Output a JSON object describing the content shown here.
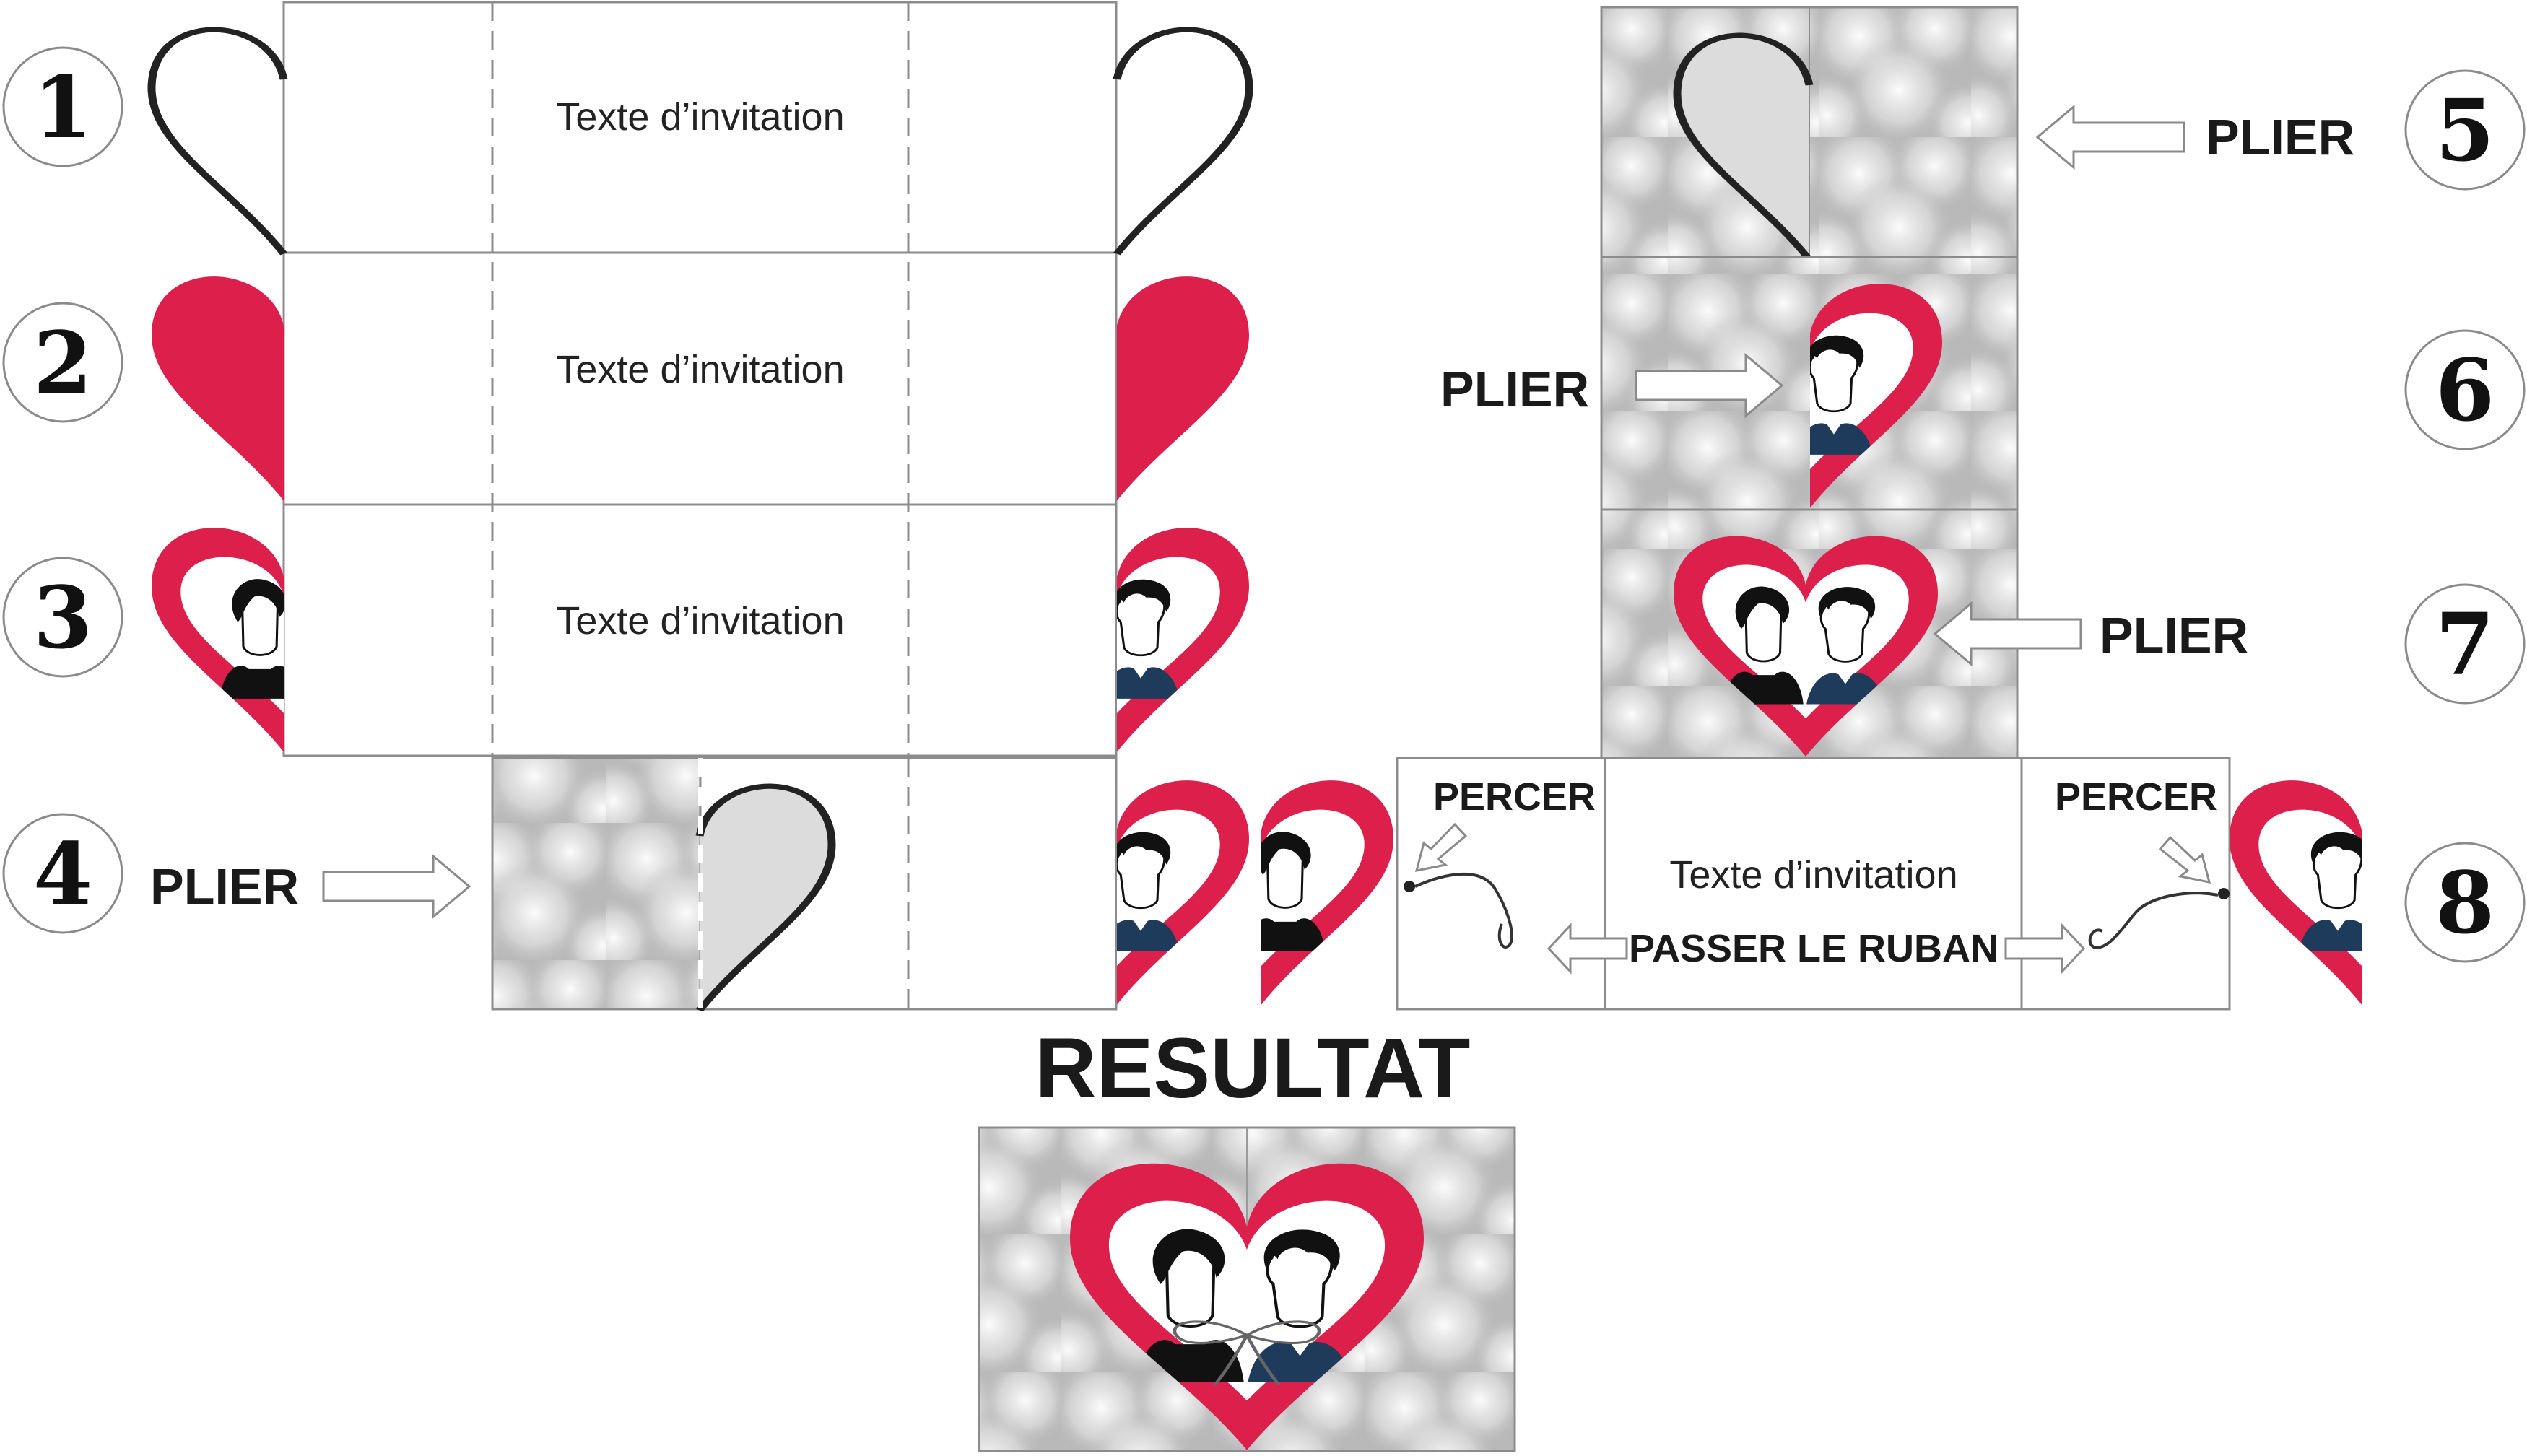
{
  "colors": {
    "heart_red": "#dc1f4b",
    "heart_outline": "#222222",
    "half_heart_grey": "#dcdcdc",
    "panel_border": "#8c8c8c",
    "suit_blue": "#1f3b5c"
  },
  "steps": [
    "1",
    "2",
    "3",
    "4",
    "5",
    "6",
    "7",
    "8"
  ],
  "invite_text": "Texte d’invitation",
  "fold_label": "PLIER",
  "pierce_label": "PERCER",
  "ribbon_label": "PASSER LE RUBAN",
  "result_title": "RESULTAT",
  "icons": {
    "arrow": "hollow-arrow-icon",
    "heart": "heart-icon",
    "couple": "couple-illustration",
    "ribbon": "ribbon-icon",
    "bow": "bow-icon"
  }
}
